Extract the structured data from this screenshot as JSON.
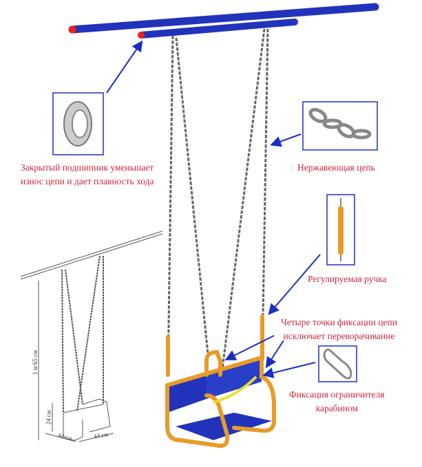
{
  "labels": {
    "bearing": [
      "Закрытый подшипник уменьшает",
      "износ цепи и дает плавность хода"
    ],
    "chain": "Нержавеющая цепь",
    "handle": "Регулируемая ручка",
    "four_points": [
      "Четыре точки фиксации цепи",
      "исключает переворачивание"
    ],
    "carabiner": [
      "Фиксация ограничителя",
      "карабином"
    ]
  },
  "dimensions": {
    "height": "1 м 65 см",
    "seat_height": "24 см",
    "depth": "44 см",
    "width": "44 см"
  },
  "colors": {
    "label": "#c8283c",
    "bar": "#2233bb",
    "frame": "#e89a2a",
    "arrow": "#1a2fc0"
  }
}
